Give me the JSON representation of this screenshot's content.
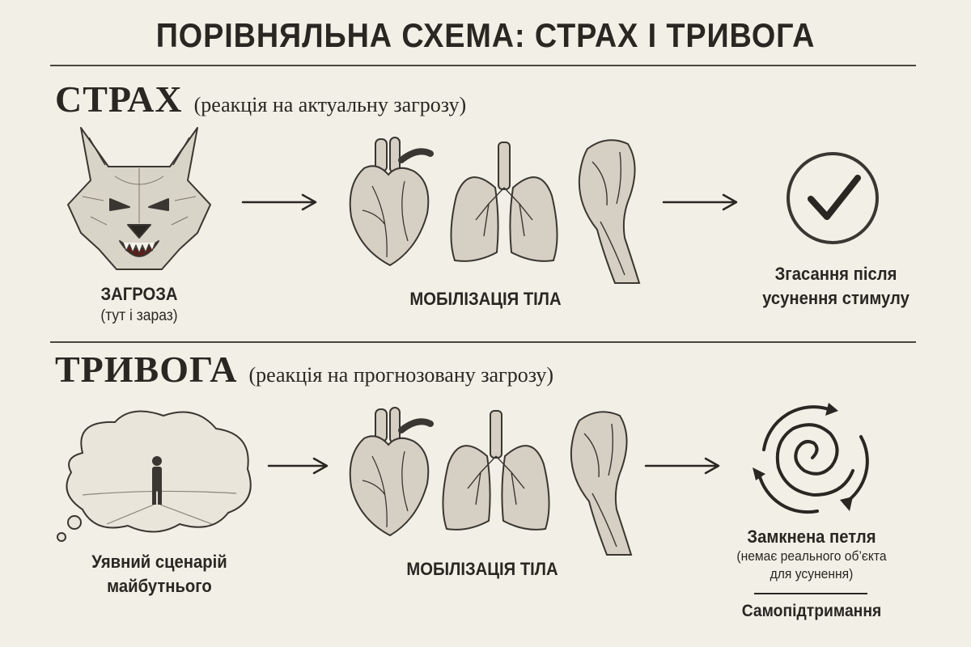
{
  "title": "ПОРІВНЯЛЬНА СХЕМА: СТРАХ І ТРИВОГА",
  "fear": {
    "heading": "СТРАХ",
    "subtitle": "(реакція на актуальну загрозу)",
    "threat_label": "ЗАГРОЗА",
    "threat_sub": "(тут і зараз)",
    "mobilization_label": "МОБІЛІЗАЦІЯ ТІЛА",
    "outcome_line1": "Згасання після",
    "outcome_line2": "усунення стимулу"
  },
  "anxiety": {
    "heading": "ТРИВОГА",
    "subtitle": "(реакція на прогнозовану загрозу)",
    "scenario_line1": "Уявний сценарій",
    "scenario_line2": "майбутнього",
    "mobilization_label": "МОБІЛІЗАЦІЯ ТІЛА",
    "outcome_title": "Замкнена петля",
    "outcome_sub1": "(немає реального об’єкта",
    "outcome_sub2": "для усунення)",
    "outcome_footer": "Самопідтримання"
  },
  "icons": {
    "threat": "wolf-icon",
    "heart": "heart-icon",
    "lungs": "lungs-icon",
    "muscle": "arm-muscle-icon",
    "resolved": "checkmark-icon",
    "scenario": "thought-cloud-icon",
    "loop": "spiral-loop-icon"
  },
  "colors": {
    "background": "#f2efe6",
    "ink": "#2a2723"
  }
}
